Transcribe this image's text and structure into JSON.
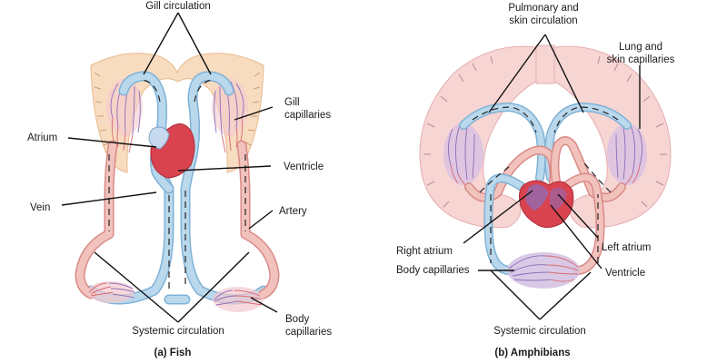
{
  "fish": {
    "caption": "(a) Fish",
    "labels": {
      "gill_circulation": "Gill circulation",
      "gill_capillaries_1": "Gill",
      "gill_capillaries_2": "capillaries",
      "atrium": "Atrium",
      "ventricle": "Ventricle",
      "vein": "Vein",
      "artery": "Artery",
      "systemic_circulation": "Systemic circulation",
      "body_capillaries_1": "Body",
      "body_capillaries_2": "capillaries"
    }
  },
  "amphibians": {
    "caption": "(b) Amphibians",
    "labels": {
      "pulmonary_1": "Pulmonary and",
      "pulmonary_2": "skin circulation",
      "lung_skin_1": "Lung and",
      "lung_skin_2": "skin capillaries",
      "right_atrium": "Right atrium",
      "left_atrium": "Left atrium",
      "body_capillaries": "Body capillaries",
      "ventricle": "Ventricle",
      "systemic_circulation": "Systemic circulation"
    }
  },
  "colors": {
    "deoxygenated_blood": "#b9d8ec",
    "oxygenated_blood": "#f2c2bd",
    "gill_tissue": "#f8dcc0",
    "lung_tissue": "#f6d5d3",
    "heart": "#d9434f",
    "capillary_purple": "#8d6db8"
  }
}
